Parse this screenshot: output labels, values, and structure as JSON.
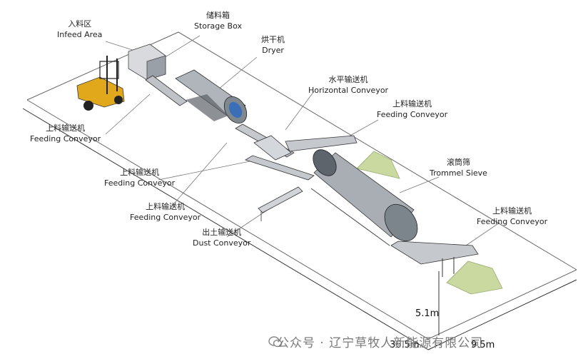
{
  "labels": {
    "infeed": {
      "zh": "入料区",
      "en": "Infeed Area"
    },
    "storage": {
      "zh": "储料箱",
      "en": "Storage Box"
    },
    "dryer": {
      "zh": "烘干机",
      "en": "Dryer"
    },
    "horizontal": {
      "zh": "水平输送机",
      "en": "Horizontal Conveyor"
    },
    "feeding_top": {
      "zh": "上料输送机",
      "en": "Feeding Conveyor"
    },
    "feeding_left1": {
      "zh": "上料输送机",
      "en": "Feeding Conveyor"
    },
    "feeding_left2": {
      "zh": "上料输送机",
      "en": "Feeding Conveyor"
    },
    "feeding_left3": {
      "zh": "上料输送机",
      "en": "Feeding Conveyor"
    },
    "trommel": {
      "zh": "滚筒筛",
      "en": "Trommel Sieve"
    },
    "dust": {
      "zh": "出土输送机",
      "en": "Dust Conveyor"
    },
    "feeding_right": {
      "zh": "上料输送机",
      "en": "Feeding Conveyor"
    }
  },
  "dimensions": {
    "height": "5.1m",
    "length": "36.5m",
    "width": "9.5m"
  },
  "watermark": "公众号 · 辽宁草牧人新能源有限公司",
  "colors": {
    "forklift": "#e0a81a",
    "machine": "#8a8f96",
    "compost": "#c9d9a0",
    "line": "#555555"
  }
}
